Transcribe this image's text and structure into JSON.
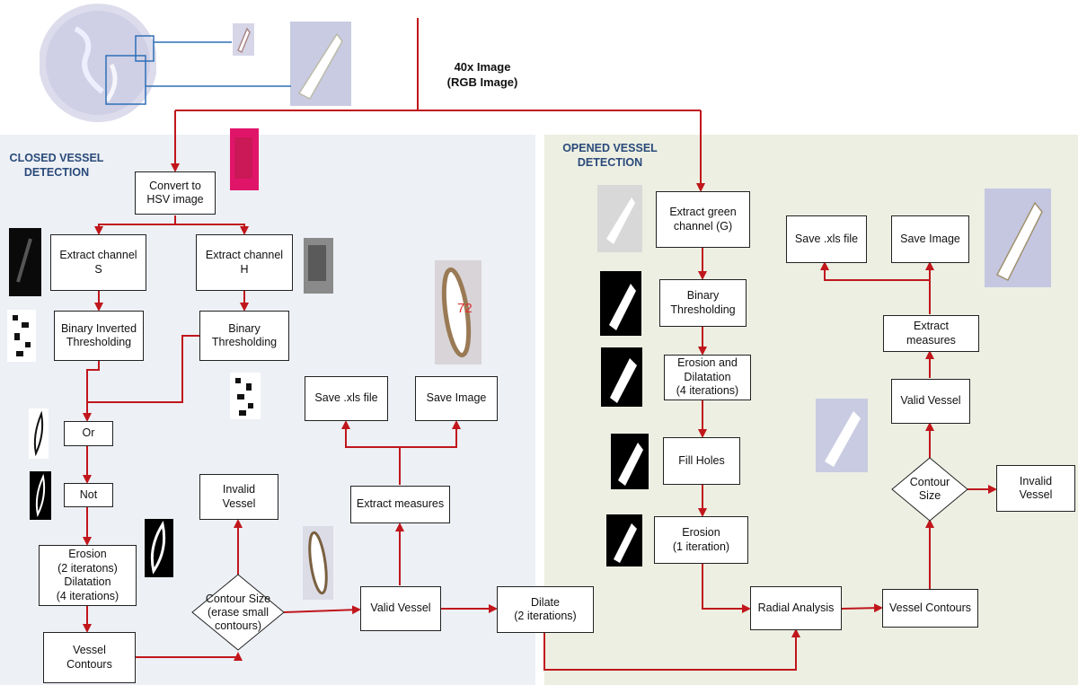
{
  "title": "40x Image\n(RGB Image)",
  "closed": {
    "label": "CLOSED VESSEL\nDETECTION",
    "convert_hsv": "Convert to\nHSV image",
    "extract_s": "Extract channel\nS",
    "extract_h": "Extract channel\nH",
    "binary_inverted": "Binary Inverted\nThresholding",
    "binary_thresh": "Binary\nThresholding",
    "or": "Or",
    "not": "Not",
    "erosion": "Erosion\n(2 iteratons)\nDilatation\n(4 iterations)",
    "vessel_contours": "Vessel\nContours",
    "contour_size": "Contour Size\n(erase small\ncontours)",
    "invalid_vessel": "Invalid\nVessel",
    "valid_vessel": "Valid Vessel",
    "extract_measures": "Extract measures",
    "save_xls": "Save .xls file",
    "save_image": "Save Image",
    "dilate": "Dilate\n(2 iterations)",
    "label_number": "72"
  },
  "opened": {
    "label": "OPENED VESSEL\nDETECTION",
    "extract_green": "Extract green\nchannel (G)",
    "binary_thresh": "Binary\nThresholding",
    "erosion_dilatation": "Erosion and\nDilatation\n(4 iterations)",
    "fill_holes": "Fill Holes",
    "erosion_1": "Erosion\n(1 iteration)",
    "radial_analysis": "Radial Analysis",
    "vessel_contours": "Vessel Contours",
    "contour_size": "Contour\nSize",
    "invalid_vessel": "Invalid\nVessel",
    "valid_vessel": "Valid Vessel",
    "extract_measures": "Extract\nmeasures",
    "save_xls": "Save .xls file",
    "save_image": "Save Image"
  },
  "colors": {
    "arrow": "#c0161c",
    "callout": "#2f6fb6",
    "panel_left": "#edf0f5",
    "panel_right": "#ecefe2",
    "panel_label": "#2a4a7a"
  }
}
